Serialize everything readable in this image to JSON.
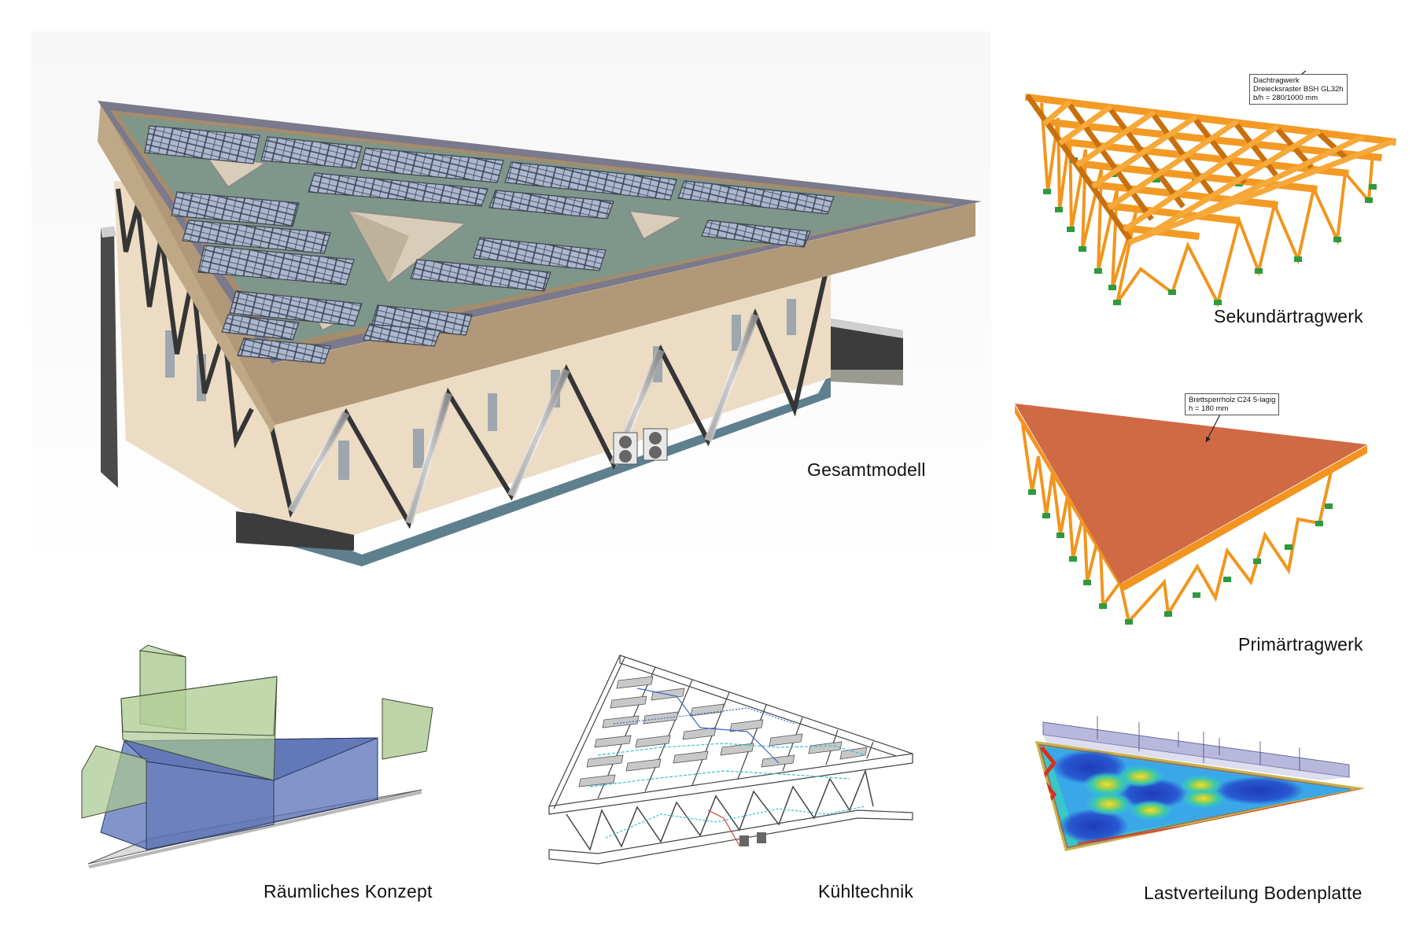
{
  "figures": {
    "gesamtmodell": {
      "caption": "Gesamtmodell",
      "colors": {
        "roof": "#7f968a",
        "fascia": "#b09878",
        "edge": "#7a7a8a",
        "solar": "#a6b4cc",
        "facade_frame": "#3a3a3a",
        "interior": "#ecdcc4",
        "base": "#5e7f8e"
      }
    },
    "sekundaertragwerk": {
      "caption": "Sekundärtragwerk",
      "callout": [
        "Dachtragwerk",
        "Dreiecksraster BSH GL32h",
        "b/h = 280/1000 mm"
      ],
      "colors": {
        "beam": "#f0961e",
        "beam_dark": "#c8700e",
        "support": "#2e9a3e"
      }
    },
    "primaertragwerk": {
      "caption": "Primärtragwerk",
      "callout": [
        "Brettsperrholz C24 5-lagig",
        "h = 180 mm"
      ],
      "colors": {
        "slab": "#cf6a45",
        "edge": "#f39320",
        "support": "#2e9a3e"
      }
    },
    "raeumliches_konzept": {
      "caption": "Räumliches Konzept",
      "colors": {
        "volume_blue": "#5872b8",
        "volume_green": "#a9c890",
        "ground": "#dcdcdc"
      }
    },
    "kuehltechnik": {
      "caption": "Kühltechnik",
      "colors": {
        "structure": "#ffffff",
        "lines": "#444444",
        "pipes_cyan": "#35c0d0",
        "pipes_blue": "#3a66c8",
        "pipes_red": "#d04040"
      }
    },
    "lastverteilung": {
      "caption": "Lastverteilung Bodenplatte",
      "colors": {
        "low": "#1f48c8",
        "mid_low": "#3aa8e8",
        "mid": "#38c8c8",
        "mid_high": "#5ec060",
        "high": "#f2e030",
        "peak": "#d83020",
        "load_plane": "#b8b8dc"
      }
    }
  }
}
